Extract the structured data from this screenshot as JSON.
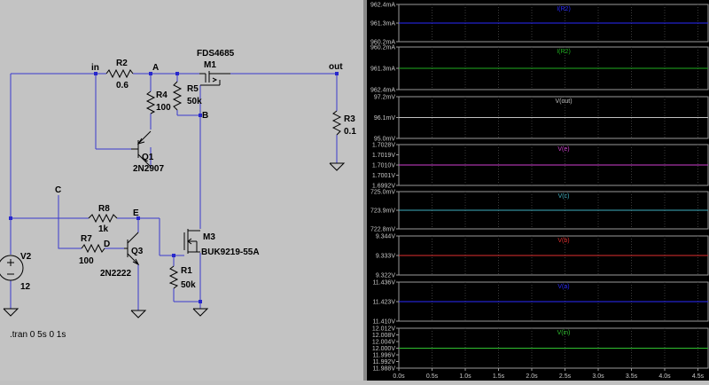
{
  "schematic": {
    "labels": {
      "m1_model": "FDS4685",
      "m1": "M1",
      "r2": "R2",
      "r2_val": "0.6",
      "net_in": "in",
      "net_a": "A",
      "net_out": "out",
      "r4": "R4",
      "r4_val": "100",
      "r5": "R5",
      "r5_val": "50k",
      "net_b": "B",
      "r3": "R3",
      "r3_val": "0.1",
      "q1": "Q1",
      "q1_model": "2N2907",
      "net_c": "C",
      "r8": "R8",
      "r8_val": "1k",
      "net_e": "E",
      "r7": "R7",
      "r7_val": "100",
      "net_d": "D",
      "q3": "Q3",
      "q3_model": "2N2222",
      "m3": "M3",
      "m3_model": "BUK9219-55A",
      "r1": "R1",
      "r1_val": "50k",
      "v2": "V2",
      "v2_val": "12",
      "directive": ".tran 0 5s 0 1s"
    }
  },
  "chart_data": [
    {
      "type": "line",
      "title": "I(R2)",
      "color": "#2a2aff",
      "yticks": [
        "962.4mA",
        "961.3mA",
        "960.2mA"
      ],
      "y": [
        961.3,
        961.3
      ]
    },
    {
      "type": "line",
      "title": "I(R2)",
      "color": "#1fae1f",
      "yticks": [
        "960.2mA",
        "961.3mA",
        "962.4mA"
      ],
      "y": [
        961.3,
        961.3
      ]
    },
    {
      "type": "line",
      "title": "V(out)",
      "color": "#c0c0c0",
      "yticks": [
        "97.2mV",
        "96.1mV",
        "95.0mV"
      ],
      "y": [
        96.1,
        96.1
      ]
    },
    {
      "type": "line",
      "title": "V(e)",
      "color": "#d040d0",
      "yticks": [
        "1.7028V",
        "1.7019V",
        "1.7010V",
        "1.7001V",
        "1.6992V"
      ],
      "y": [
        1.701,
        1.701
      ]
    },
    {
      "type": "line",
      "title": "V(c)",
      "color": "#40b0c0",
      "yticks": [
        "725.0mV",
        "723.9mV",
        "722.8mV"
      ],
      "y": [
        723.9,
        723.9
      ]
    },
    {
      "type": "line",
      "title": "V(b)",
      "color": "#e03030",
      "yticks": [
        "9.344V",
        "9.333V",
        "9.322V"
      ],
      "y": [
        9.333,
        9.333
      ]
    },
    {
      "type": "line",
      "title": "V(a)",
      "color": "#2a2aff",
      "yticks": [
        "11.436V",
        "11.423V",
        "11.410V"
      ],
      "y": [
        11.423,
        11.423
      ]
    },
    {
      "type": "line",
      "title": "V(in)",
      "color": "#30c030",
      "yticks": [
        "12.012V",
        "12.008V",
        "12.004V",
        "12.000V",
        "11.996V",
        "11.992V",
        "11.988V"
      ],
      "y": [
        12.0,
        12.0
      ]
    }
  ],
  "x_axis": {
    "ticks": [
      "0.0s",
      "0.5s",
      "1.0s",
      "1.5s",
      "2.0s",
      "2.5s",
      "3.0s",
      "3.5s",
      "4.0s",
      "4.5s"
    ]
  }
}
